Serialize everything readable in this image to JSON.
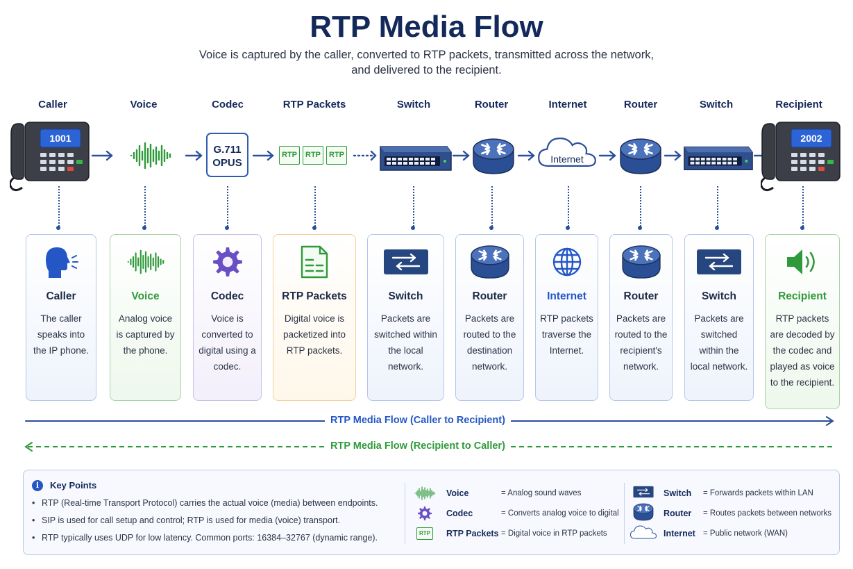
{
  "title": "RTP Media Flow",
  "subtitle_line1": "Voice is captured by the caller, converted to RTP packets, transmitted across the network,",
  "subtitle_line2": "and delivered to the recipient.",
  "stages": [
    "Caller",
    "Voice",
    "Codec",
    "RTP Packets",
    "Switch",
    "Router",
    "Internet",
    "Router",
    "Switch",
    "Recipient"
  ],
  "caller_phone_number": "1001",
  "recipient_phone_number": "2002",
  "codec_box": {
    "line1": "G.711",
    "line2": "OPUS"
  },
  "rtp_packet_label": "RTP",
  "internet_cloud_label": "Internet",
  "cards": [
    {
      "title": "Caller",
      "desc": "The caller speaks into the IP phone."
    },
    {
      "title": "Voice",
      "desc": "Analog voice is captured by the phone."
    },
    {
      "title": "Codec",
      "desc": "Voice is converted to digital using a codec."
    },
    {
      "title": "RTP Packets",
      "desc": "Digital voice is packetized into RTP packets."
    },
    {
      "title": "Switch",
      "desc": "Packets are switched within the local network."
    },
    {
      "title": "Router",
      "desc": "Packets are routed to the destination network."
    },
    {
      "title": "Internet",
      "desc": "RTP packets traverse the Internet."
    },
    {
      "title": "Router",
      "desc": "Packets are routed to the recipient's network."
    },
    {
      "title": "Switch",
      "desc": "Packets are switched within the local network."
    },
    {
      "title": "Recipient",
      "desc": "RTP packets are decoded by the codec and played as voice to the recipient."
    }
  ],
  "flow_forward": "RTP Media Flow (Caller to Recipient)",
  "flow_reverse": "RTP Media Flow (Recipient to Caller)",
  "key_points": {
    "title": "Key Points",
    "info_icon": "i",
    "items": [
      "RTP (Real-time Transport Protocol) carries the actual voice (media) between endpoints.",
      "SIP is used for call setup and control; RTP is used for media (voice) transport.",
      "RTP typically uses UDP for low latency. Common ports: 16384–32767 (dynamic range)."
    ]
  },
  "legend": [
    {
      "name": "Voice",
      "desc": "= Analog sound waves",
      "icon": "waveform-icon"
    },
    {
      "name": "Codec",
      "desc": "= Converts analog voice to digital",
      "icon": "gear-icon"
    },
    {
      "name": "RTP Packets",
      "desc": "= Digital voice in RTP packets",
      "icon": "rtp-packet-icon"
    },
    {
      "name": "Switch",
      "desc": "= Forwards packets within LAN",
      "icon": "switch-icon"
    },
    {
      "name": "Router",
      "desc": "= Routes packets between networks",
      "icon": "router-icon"
    },
    {
      "name": "Internet",
      "desc": "= Public network (WAN)",
      "icon": "cloud-icon"
    }
  ],
  "colors": {
    "title": "#13295a",
    "accent_blue": "#2a4f9a",
    "voice_green": "#2f9a3a",
    "codec_purple": "#6a4fc4",
    "rtp_orange": "#f3d19a",
    "reverse_flow_green": "#2f9a3a"
  }
}
